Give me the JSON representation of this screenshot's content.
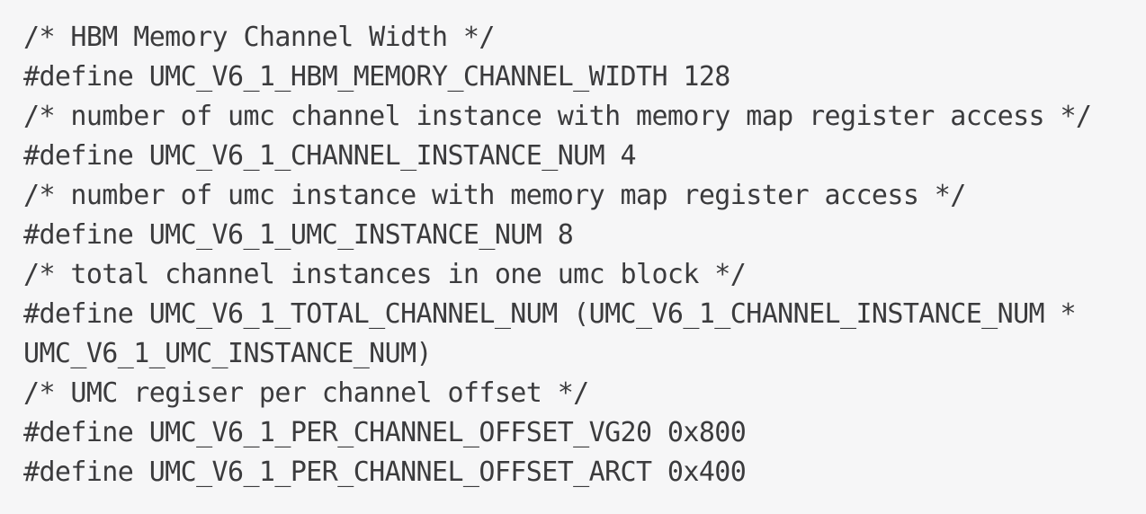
{
  "code": {
    "lines": [
      "/* HBM Memory Channel Width */",
      "#define UMC_V6_1_HBM_MEMORY_CHANNEL_WIDTH 128",
      "/* number of umc channel instance with memory map register access */",
      "#define UMC_V6_1_CHANNEL_INSTANCE_NUM 4",
      "/* number of umc instance with memory map register access */",
      "#define UMC_V6_1_UMC_INSTANCE_NUM 8",
      "/* total channel instances in one umc block */",
      "#define UMC_V6_1_TOTAL_CHANNEL_NUM (UMC_V6_1_CHANNEL_INSTANCE_NUM *",
      "UMC_V6_1_UMC_INSTANCE_NUM)",
      "/* UMC regiser per channel offset */",
      "#define UMC_V6_1_PER_CHANNEL_OFFSET_VG20 0x800",
      "#define UMC_V6_1_PER_CHANNEL_OFFSET_ARCT 0x400"
    ]
  },
  "colors": {
    "background": "#f6f6f7",
    "text": "#3b3b3d"
  }
}
